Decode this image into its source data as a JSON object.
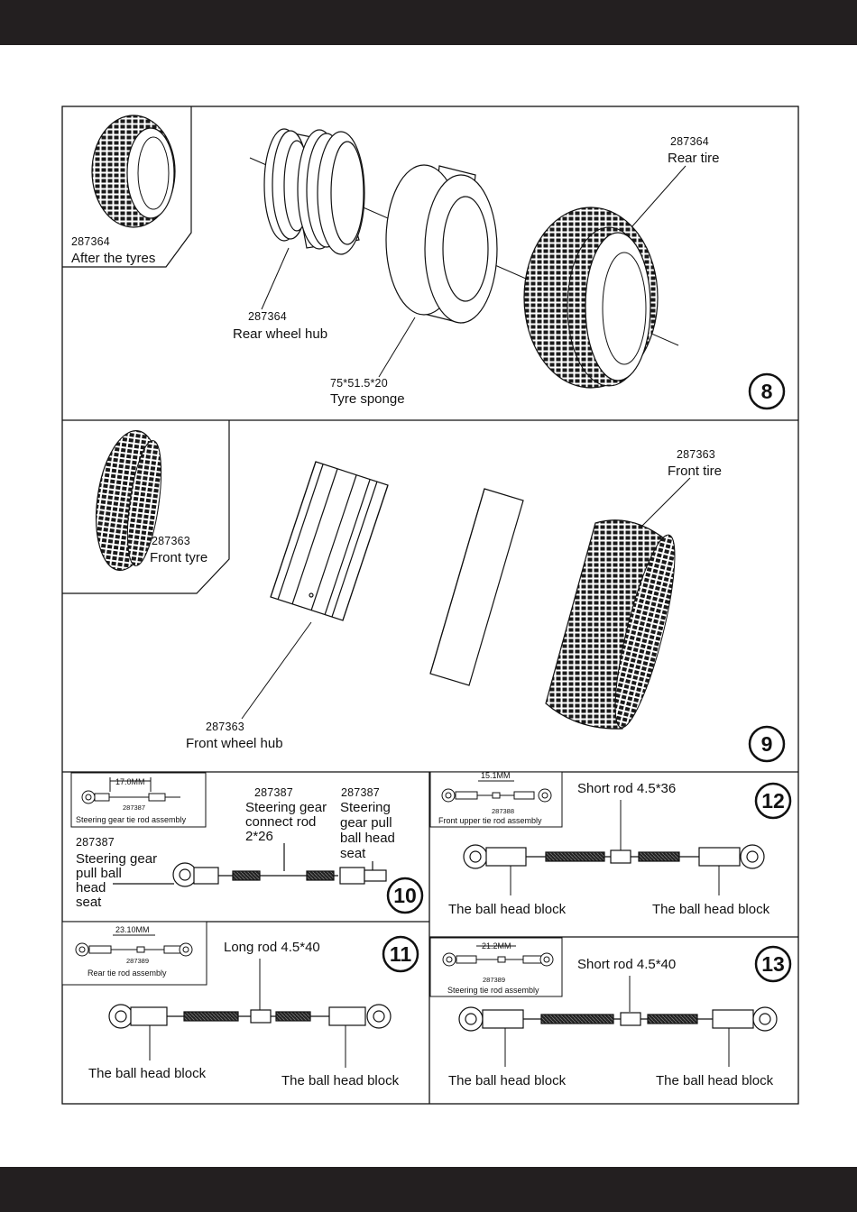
{
  "step8": {
    "number": "8",
    "inset": {
      "code": "287364",
      "label": "After the tyres"
    },
    "hub": {
      "code": "287364",
      "label": "Rear wheel hub"
    },
    "sponge": {
      "size": "75*51.5*20",
      "label": "Tyre sponge"
    },
    "tire": {
      "code": "287364",
      "label": "Rear tire"
    }
  },
  "step9": {
    "number": "9",
    "inset": {
      "code": "287363",
      "label": "Front tyre"
    },
    "hub": {
      "code": "287363",
      "label": "Front wheel hub"
    },
    "tire": {
      "code": "287363",
      "label": "Front tire"
    }
  },
  "step10": {
    "number": "10",
    "inset": {
      "dim": "17.0MM",
      "code": "287387",
      "caption": "Steering gear tie rod assembly"
    },
    "left": {
      "code": "287387",
      "l1": "Steering gear",
      "l2": "pull ball",
      "l3": "head",
      "l4": "seat"
    },
    "mid": {
      "code": "287387",
      "l1": "Steering gear",
      "l2": "connect rod",
      "l3": "2*26"
    },
    "right": {
      "code": "287387",
      "l1": "Steering",
      "l2": "gear pull",
      "l3": "ball head",
      "l4": "seat"
    }
  },
  "step11": {
    "number": "11",
    "inset": {
      "dim": "23.10MM",
      "code": "287389",
      "caption": "Rear tie rod assembly"
    },
    "rod": "Long rod 4.5*40",
    "left": "The ball head block",
    "right": "The ball head block"
  },
  "step12": {
    "number": "12",
    "inset": {
      "dim": "15.1MM",
      "code": "287388",
      "caption": "Front upper tie rod assembly"
    },
    "rod": "Short rod 4.5*36",
    "left": "The ball head block",
    "right": "The ball head block"
  },
  "step13": {
    "number": "13",
    "inset": {
      "dim": "21.2MM",
      "code": "287389",
      "caption": "Steering tie rod assembly"
    },
    "rod": "Short rod 4.5*40",
    "left": "The ball head block",
    "right": "The ball head block"
  }
}
